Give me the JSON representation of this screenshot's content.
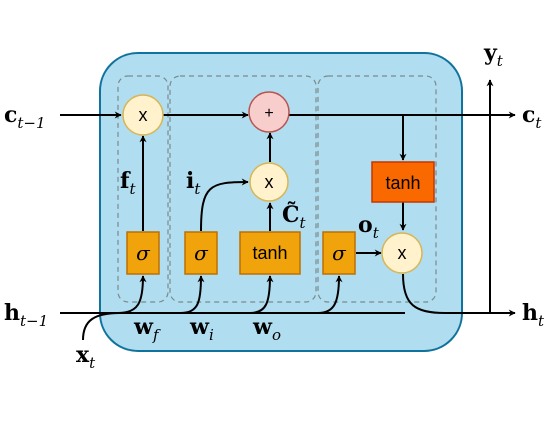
{
  "colors": {
    "cell_fill": "#b1ddf0",
    "cell_stroke": "#10739e",
    "gate_fill": "#f0a30a",
    "gate_stroke": "#bd7000",
    "tanh_out_fill": "#fa6800",
    "tanh_out_stroke": "#c73500",
    "op_fill": "#fff2cc",
    "op_stroke": "#d6b656",
    "add_fill": "#f8cecc",
    "add_stroke": "#b85450",
    "line": "#000000",
    "dashed": "#7a8a8a"
  },
  "labels": {
    "c_in": {
      "base": "c",
      "sub": "t−1"
    },
    "h_in": {
      "base": "h",
      "sub": "t−1"
    },
    "x_in": {
      "base": "x",
      "sub": "t"
    },
    "c_out": {
      "base": "c",
      "sub": "t"
    },
    "h_out": {
      "base": "h",
      "sub": "t"
    },
    "y_out": {
      "base": "y",
      "sub": "t"
    },
    "f_t": {
      "base": "f",
      "sub": "t"
    },
    "i_t": {
      "base": "i",
      "sub": "t"
    },
    "c_tilde": {
      "base": "C̃",
      "sub": "t"
    },
    "o_t": {
      "base": "o",
      "sub": "t"
    },
    "w_f": {
      "base": "w",
      "sub": "f"
    },
    "w_i": {
      "base": "w",
      "sub": "i"
    },
    "w_o": {
      "base": "w",
      "sub": "o"
    }
  },
  "ops": {
    "multiply": "x",
    "add": "+",
    "sigma": "σ",
    "tanh": "tanh"
  },
  "icons": {
    "arrow": "arrowhead-icon"
  }
}
